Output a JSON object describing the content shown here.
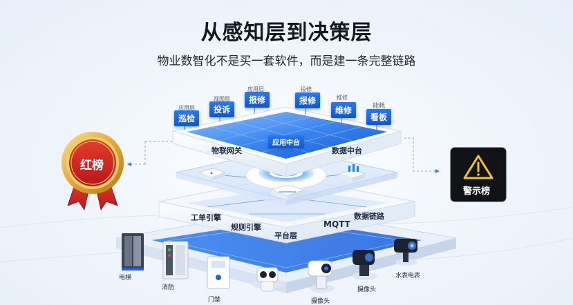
{
  "header": {
    "title": "从感知层到决策层",
    "subtitle": "物业数智化不是买一套软件，而是建一条完整链路"
  },
  "top_tags": [
    {
      "small": "应用层",
      "label": "巡检"
    },
    {
      "small": "视图层",
      "label": "投诉"
    },
    {
      "small": "应用层",
      "label": "报修"
    },
    {
      "small": "投修",
      "label": "报修"
    },
    {
      "small": "推修",
      "label": "维修"
    },
    {
      "small": "能耗",
      "label": "看板"
    }
  ],
  "layers": {
    "top_center": "应用中台",
    "iot_gateway": "物联网关",
    "data_platform": "数据中台",
    "ticket_engine": "工单引擎",
    "rule_engine": "规则引擎",
    "platform_layer": "平台层",
    "mqtt": "MQTT",
    "data_link": "数据链路"
  },
  "badges": {
    "red_list": "红榜",
    "warning_list": "警示榜"
  },
  "devices": [
    "电梯",
    "消防",
    "门禁",
    "摄像头",
    "摄像头",
    "水表电表"
  ],
  "colors": {
    "accent": "#1a66e6",
    "badge_red": "#d2231f",
    "badge_gold": "#e9b640",
    "warning_bg": "#111214",
    "warning_icon": "#f2c230"
  }
}
